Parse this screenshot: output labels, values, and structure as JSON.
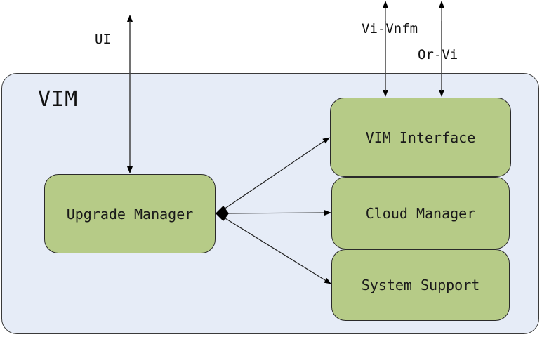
{
  "diagram": {
    "container_label": "VIM",
    "boxes": {
      "upgrade_manager": "Upgrade Manager",
      "vim_interface": "VIM Interface",
      "cloud_manager": "Cloud Manager",
      "system_support": "System Support"
    },
    "interfaces": {
      "ui": "UI",
      "vi_vnfm": "Vi-Vnfm",
      "or_vi": "Or-Vi"
    },
    "colors": {
      "container_fill": "#e6ecf7",
      "box_fill": "#b6cb87",
      "stroke": "#2a2a2a"
    }
  }
}
